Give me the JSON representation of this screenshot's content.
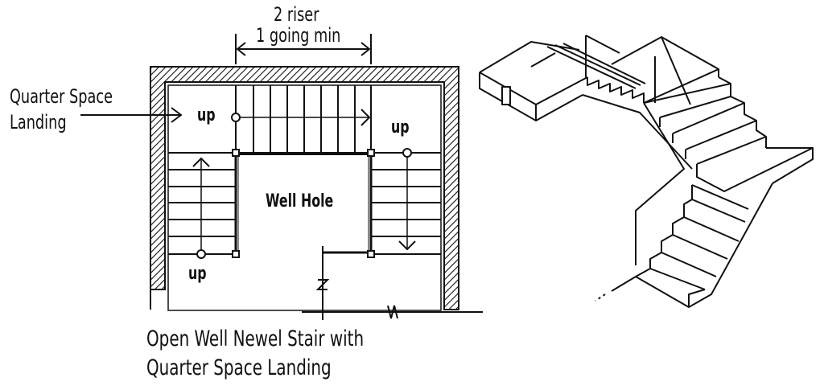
{
  "plan": {
    "dimension_label_line1": "2 riser",
    "dimension_label_line2": "1 going min",
    "landing_label_line1": "Quarter Space",
    "landing_label_line2": "Landing",
    "well_hole_label": "Well Hole",
    "up_labels": [
      "up",
      "up",
      "up"
    ],
    "caption_line1": "Open Well Newel Stair with",
    "caption_line2": "Quarter Space Landing"
  },
  "isometric": {
    "description": "Isometric view of open well stair with quarter space landings"
  },
  "colors": {
    "line": "#111111",
    "background": "#ffffff"
  }
}
